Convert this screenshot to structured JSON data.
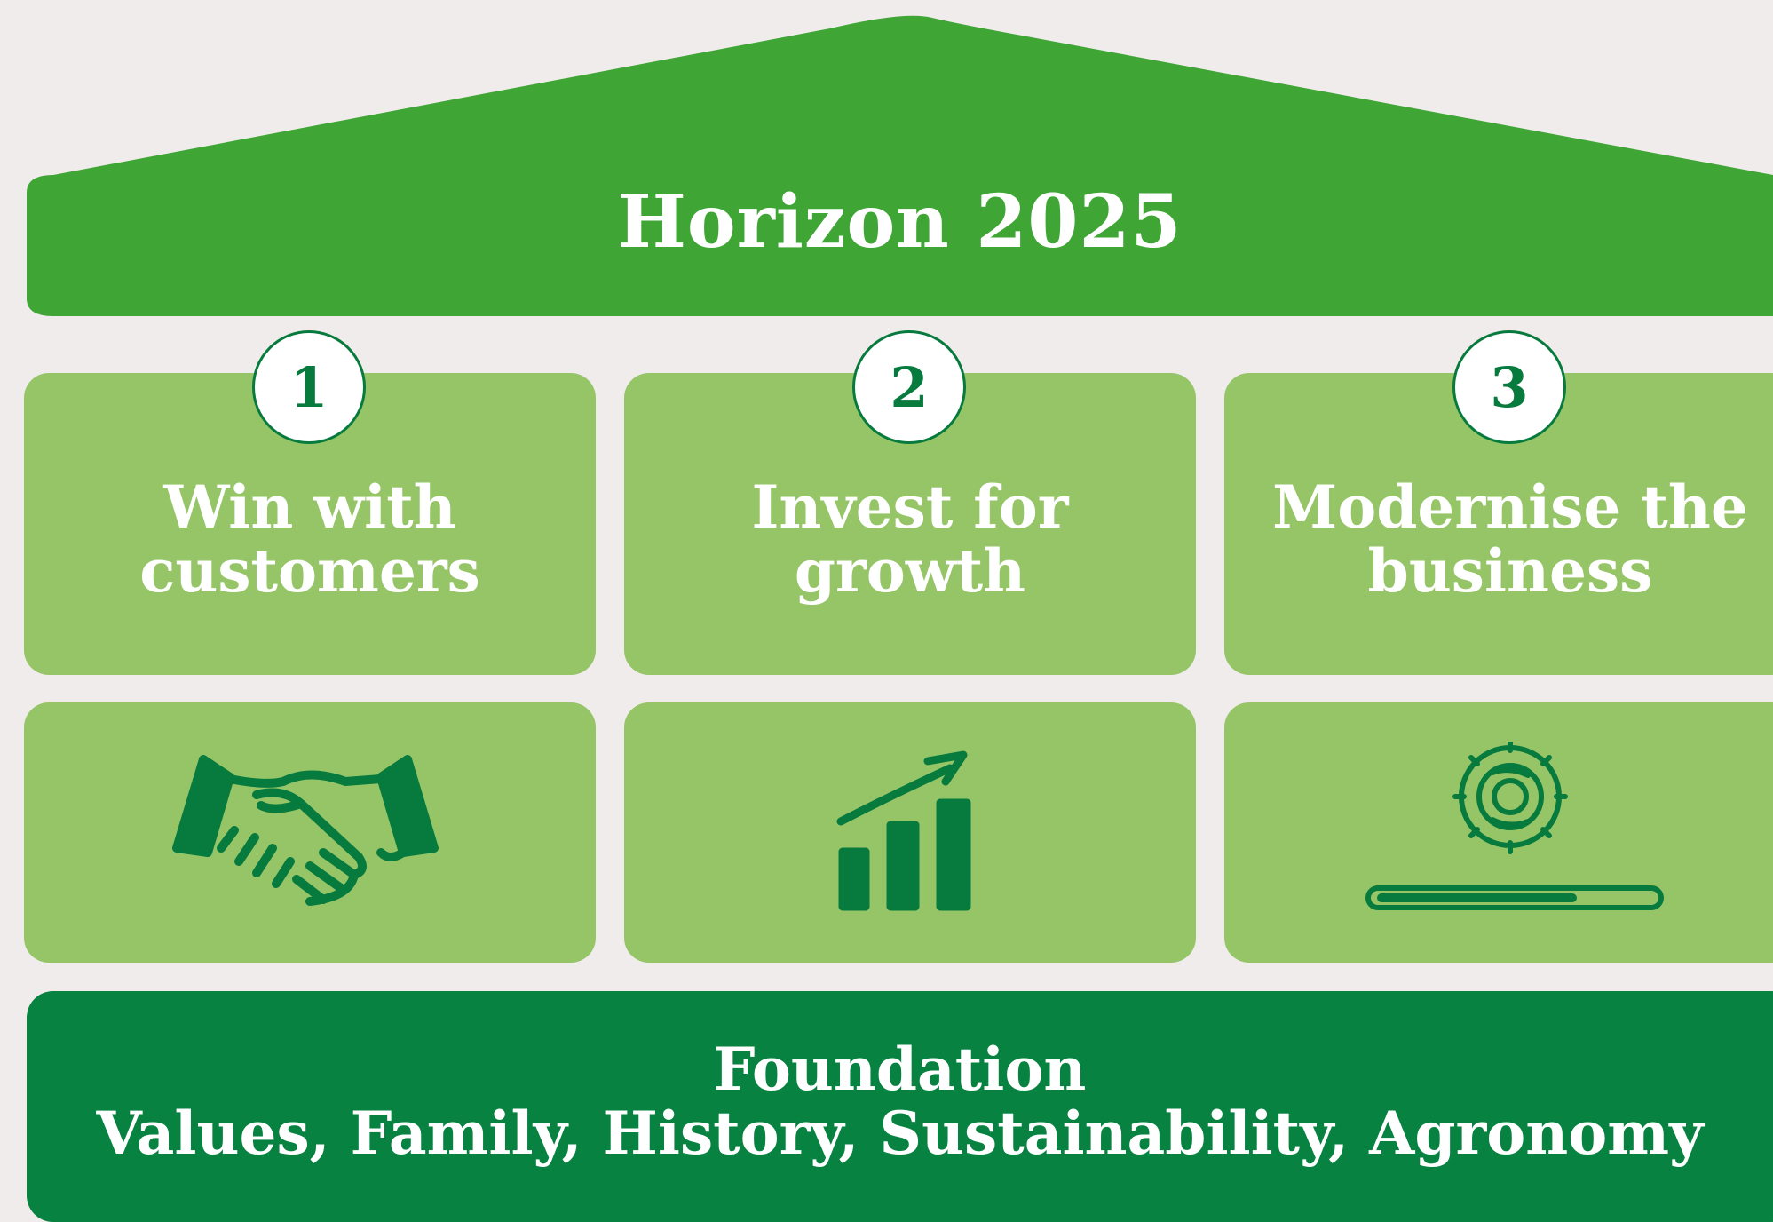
{
  "title": "Horizon 2025",
  "pillars": [
    {
      "number": "1",
      "line1": "Win with",
      "line2": "customers",
      "icon": "handshake-icon"
    },
    {
      "number": "2",
      "line1": "Invest for",
      "line2": "growth",
      "icon": "growth-chart-icon"
    },
    {
      "number": "3",
      "line1": "Modernise the",
      "line2": "business",
      "icon": "gear-progress-icon"
    }
  ],
  "foundation": {
    "heading": "Foundation",
    "items": "Values, Family, History, Sustainability, Agronomy"
  },
  "colors": {
    "background": "#f0eceb",
    "roof": "#3fa535",
    "pillar": "#96c567",
    "dark_green": "#078241"
  }
}
